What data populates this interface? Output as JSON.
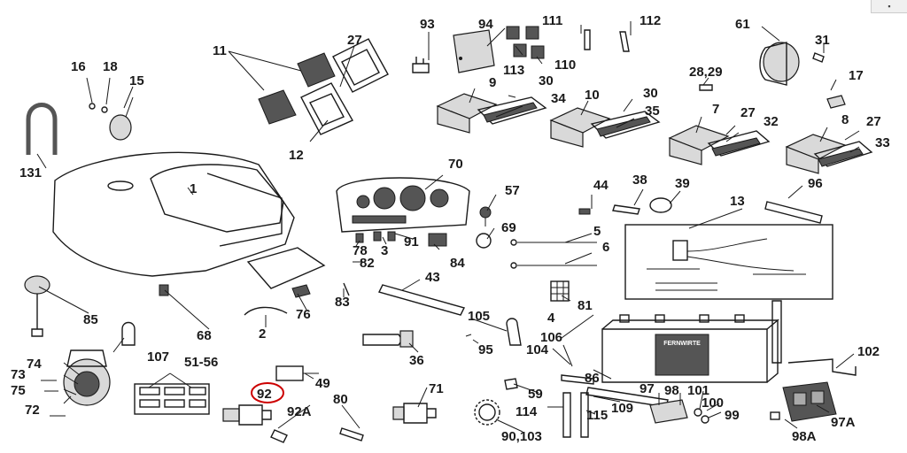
{
  "corner_tab": "▪",
  "highlight_color": "#cc0000",
  "callouts": [
    "93",
    "94",
    "111",
    "112",
    "61",
    "31",
    "16",
    "18",
    "15",
    "11",
    "27",
    "113",
    "110",
    "28,29",
    "17",
    "9",
    "30",
    "34",
    "10",
    "30",
    "35",
    "7",
    "27",
    "32",
    "8",
    "27",
    "33",
    "131",
    "12",
    "1",
    "70",
    "57",
    "44",
    "38",
    "39",
    "96",
    "13",
    "5",
    "69",
    "78",
    "3",
    "91",
    "84",
    "6",
    "82",
    "43",
    "85",
    "68",
    "76",
    "2",
    "83",
    "81",
    "105",
    "4",
    "107",
    "95",
    "104",
    "106",
    "36",
    "86",
    "102",
    "51-56",
    "74",
    "73",
    "75",
    "72",
    "49",
    "92",
    "92A",
    "80",
    "71",
    "59",
    "97",
    "98",
    "101",
    "100",
    "99",
    "114",
    "115",
    "109",
    "90,103",
    "97A",
    "98A"
  ],
  "battery_brand": "FERNWIRTE"
}
